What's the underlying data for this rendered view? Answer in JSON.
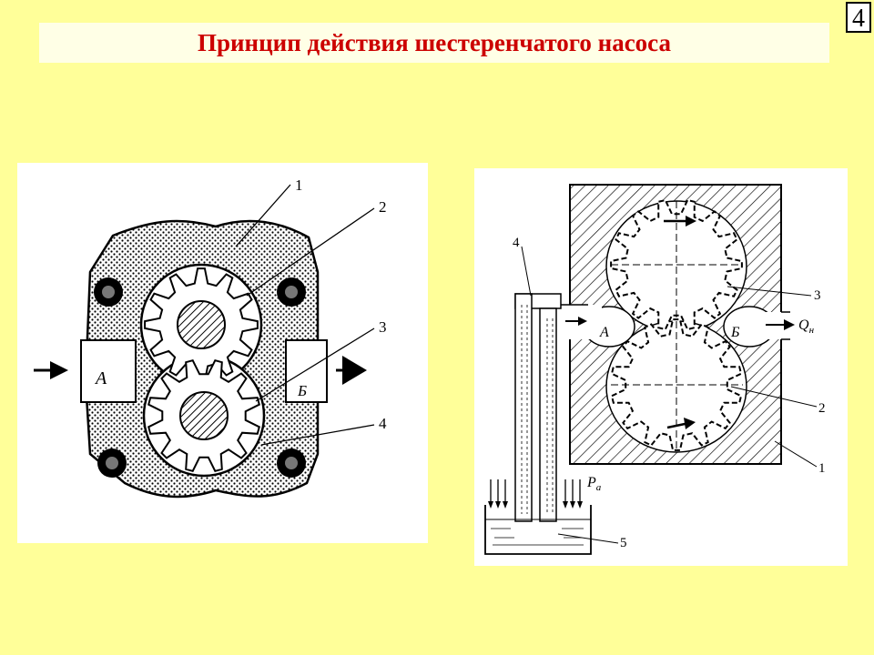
{
  "page_number": "4",
  "title": "Принцип действия шестеренчатого насоса",
  "colors": {
    "background": "#FFFF99",
    "title_bar": "#FFFFE6",
    "title": "#CC0000"
  },
  "left_diagram": {
    "callouts": [
      "1",
      "2",
      "3",
      "4"
    ],
    "chamber_a": "А",
    "chamber_b": "Б"
  },
  "right_diagram": {
    "callouts": [
      "4",
      "3",
      "2",
      "1",
      "5"
    ],
    "chamber_a": "А",
    "chamber_b": "Б",
    "flow_label": "Q",
    "flow_sub": "н",
    "pressure_label": "P",
    "pressure_sub": "a"
  }
}
